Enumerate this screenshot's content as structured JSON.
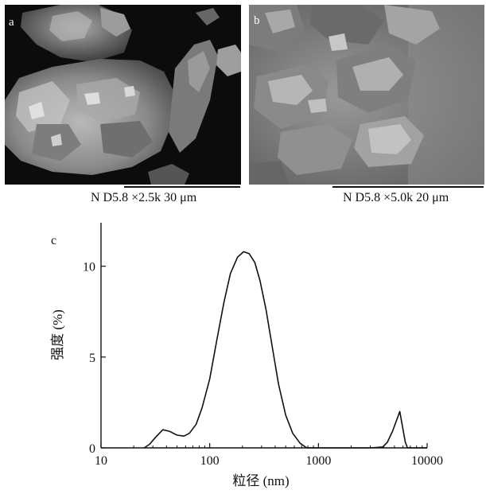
{
  "panels": {
    "a": {
      "letter": "a",
      "scale_text": "N D5.8 ×2.5k 30 μm"
    },
    "b": {
      "letter": "b",
      "scale_text": "N D5.8 ×5.0k 20 μm"
    },
    "c": {
      "letter": "c"
    }
  },
  "chart_data": {
    "type": "line",
    "xscale": "log",
    "xlim": [
      10,
      10000
    ],
    "ylim": [
      0,
      12
    ],
    "xticks": [
      10,
      100,
      1000,
      10000
    ],
    "xtick_labels": [
      "10",
      "100",
      "1000",
      "10000"
    ],
    "yticks": [
      0,
      5,
      10
    ],
    "ytick_labels": [
      "0",
      "5",
      "10"
    ],
    "xlabel": "粒径 (nm)",
    "ylabel": "强度 (%)",
    "grid": false,
    "series": [
      {
        "color": "#111111",
        "x": [
          25,
          28,
          32,
          37,
          43,
          50,
          58,
          65,
          75,
          85,
          100,
          115,
          135,
          155,
          180,
          205,
          230,
          260,
          290,
          330,
          380,
          430,
          500,
          580,
          680,
          780,
          900,
          1500,
          3000,
          3900,
          4300,
          4800,
          5600,
          6300,
          6600,
          10000
        ],
        "y": [
          0,
          0.2,
          0.6,
          1.0,
          0.9,
          0.7,
          0.65,
          0.8,
          1.3,
          2.2,
          3.8,
          5.8,
          8.0,
          9.6,
          10.5,
          10.8,
          10.7,
          10.2,
          9.2,
          7.6,
          5.4,
          3.5,
          1.8,
          0.8,
          0.25,
          0,
          0,
          0,
          0,
          0.05,
          0.3,
          0.9,
          2.0,
          0.3,
          0,
          0
        ]
      }
    ]
  }
}
